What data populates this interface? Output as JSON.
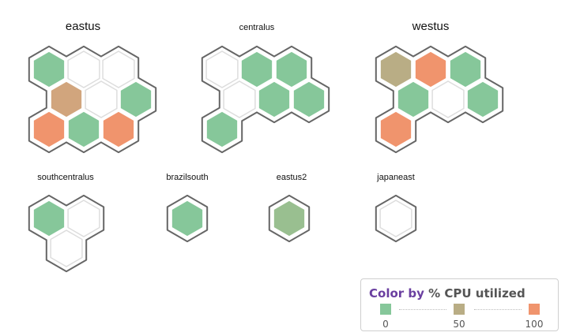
{
  "colors": {
    "cpu_0": "#86c79a",
    "cpu_50": "#b9ad85",
    "cpu_100": "#f0946d",
    "cpu_mid_high": "#d1a57d",
    "cpu_low_mid": "#99bf90",
    "empty": "#ffffff",
    "hex_outline": "#dddddd",
    "cluster_border": "#666666"
  },
  "regions": [
    {
      "name": "eastus",
      "nodes": [
        {
          "row": 0,
          "col": 0,
          "fill": "cpu_0"
        },
        {
          "row": 0,
          "col": 1,
          "fill": "empty"
        },
        {
          "row": 0,
          "col": 2,
          "fill": "empty"
        },
        {
          "row": 1,
          "col": 0,
          "fill": "cpu_mid_high"
        },
        {
          "row": 1,
          "col": 1,
          "fill": "empty"
        },
        {
          "row": 1,
          "col": 2,
          "fill": "cpu_0"
        },
        {
          "row": 2,
          "col": 0,
          "fill": "cpu_100"
        },
        {
          "row": 2,
          "col": 1,
          "fill": "cpu_0"
        },
        {
          "row": 2,
          "col": 2,
          "fill": "cpu_100"
        }
      ]
    },
    {
      "name": "centralus",
      "nodes": [
        {
          "row": 0,
          "col": 0,
          "fill": "empty"
        },
        {
          "row": 0,
          "col": 1,
          "fill": "cpu_0"
        },
        {
          "row": 0,
          "col": 2,
          "fill": "cpu_0"
        },
        {
          "row": 1,
          "col": 0,
          "fill": "empty"
        },
        {
          "row": 1,
          "col": 1,
          "fill": "cpu_0"
        },
        {
          "row": 1,
          "col": 2,
          "fill": "cpu_0"
        },
        {
          "row": 2,
          "col": 0,
          "fill": "cpu_0"
        }
      ]
    },
    {
      "name": "westus",
      "nodes": [
        {
          "row": 0,
          "col": 0,
          "fill": "cpu_50"
        },
        {
          "row": 0,
          "col": 1,
          "fill": "cpu_100"
        },
        {
          "row": 0,
          "col": 2,
          "fill": "cpu_0"
        },
        {
          "row": 1,
          "col": 0,
          "fill": "cpu_0"
        },
        {
          "row": 1,
          "col": 1,
          "fill": "empty"
        },
        {
          "row": 1,
          "col": 2,
          "fill": "cpu_0"
        },
        {
          "row": 2,
          "col": 0,
          "fill": "cpu_100"
        }
      ]
    },
    {
      "name": "southcentralus",
      "nodes": [
        {
          "row": 0,
          "col": 0,
          "fill": "cpu_0"
        },
        {
          "row": 0,
          "col": 1,
          "fill": "empty"
        },
        {
          "row": 1,
          "col": 0,
          "fill": "empty"
        }
      ]
    },
    {
      "name": "brazilsouth",
      "nodes": [
        {
          "row": 0,
          "col": 0,
          "fill": "cpu_0"
        }
      ]
    },
    {
      "name": "eastus2",
      "nodes": [
        {
          "row": 0,
          "col": 0,
          "fill": "cpu_low_mid"
        }
      ]
    },
    {
      "name": "japaneast",
      "nodes": [
        {
          "row": 0,
          "col": 0,
          "fill": "empty"
        }
      ]
    }
  ],
  "legend": {
    "title_prefix": "Color by",
    "metric": "% CPU utilized",
    "stops": [
      {
        "label": "0",
        "color": "cpu_0"
      },
      {
        "label": "50",
        "color": "cpu_50"
      },
      {
        "label": "100",
        "color": "cpu_100"
      }
    ]
  }
}
